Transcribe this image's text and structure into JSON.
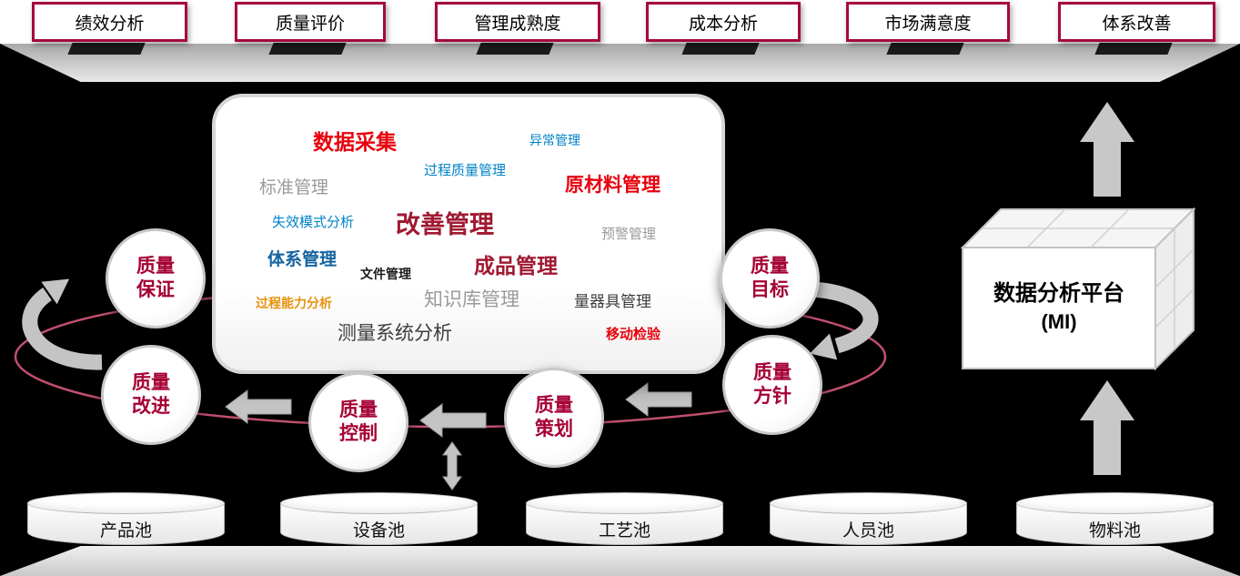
{
  "top_metrics": {
    "items": [
      {
        "label": "绩效分析"
      },
      {
        "label": "质量评价"
      },
      {
        "label": "管理成熟度"
      },
      {
        "label": "成本分析"
      },
      {
        "label": "市场满意度"
      },
      {
        "label": "体系改善"
      }
    ]
  },
  "word_cloud": {
    "items": [
      {
        "text": "数据采集",
        "color": "#e8000d"
      },
      {
        "text": "异常管理",
        "color": "#0082c8"
      },
      {
        "text": "过程质量管理",
        "color": "#0082c8"
      },
      {
        "text": "标准管理",
        "color": "#9a9a9a"
      },
      {
        "text": "原材料管理",
        "color": "#e8000d"
      },
      {
        "text": "失效模式分析",
        "color": "#0082c8"
      },
      {
        "text": "改善管理",
        "color": "#a01931"
      },
      {
        "text": "预警管理",
        "color": "#9a9a9a"
      },
      {
        "text": "体系管理",
        "color": "#1464a0"
      },
      {
        "text": "文件管理",
        "color": "#1a1a1a"
      },
      {
        "text": "成品管理",
        "color": "#a01931"
      },
      {
        "text": "过程能力分析",
        "color": "#e8920d"
      },
      {
        "text": "知识库管理",
        "color": "#9a9a9a"
      },
      {
        "text": "量器具管理",
        "color": "#3c3c3c"
      },
      {
        "text": "移动检验",
        "color": "#e8000d"
      },
      {
        "text": "测量系统分析",
        "color": "#3c3c3c"
      }
    ]
  },
  "quality_circles": {
    "items": [
      {
        "label": "质量保证"
      },
      {
        "label": "质量目标"
      },
      {
        "label": "质量改进"
      },
      {
        "label": "质量方针"
      },
      {
        "label": "质量控制"
      },
      {
        "label": "质量策划"
      }
    ]
  },
  "platform_cube": {
    "title": "数据分析平台",
    "subtitle": "(MI)"
  },
  "data_pools": {
    "items": [
      {
        "label": "产品池"
      },
      {
        "label": "设备池"
      },
      {
        "label": "工艺池"
      },
      {
        "label": "人员池"
      },
      {
        "label": "物料池"
      }
    ]
  },
  "colors": {
    "metric_border": "#a6093d",
    "circle_text": "#a50034",
    "cycle_ellipse": "#c0506e",
    "arrow_gray": "#c4c4c4",
    "background": "#000000"
  }
}
